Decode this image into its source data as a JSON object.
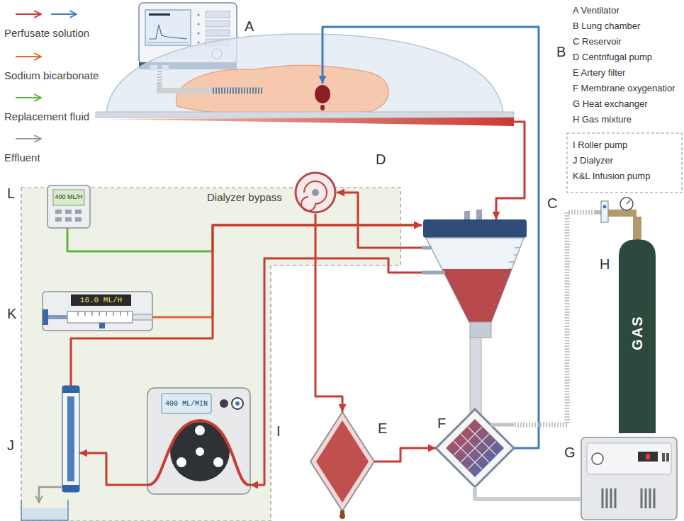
{
  "diagram": {
    "nodes": [
      {
        "text": [
          "A"
        ]
      },
      {
        "text": [
          "B"
        ]
      },
      {
        "text": [
          "C"
        ]
      },
      {
        "text": [
          "D"
        ]
      },
      {
        "text": [
          "E"
        ]
      },
      {
        "text": [
          "F"
        ]
      },
      {
        "text": [
          "G"
        ]
      },
      {
        "text": [
          "GAS",
          "H"
        ]
      },
      {
        "text": [
          "400 ML/MIN",
          "I"
        ]
      },
      {
        "text": [
          "J"
        ]
      },
      {
        "text": [
          "16.0 ML/H",
          "K"
        ]
      },
      {
        "text": [
          "400 ML/H",
          "L"
        ]
      }
    ],
    "edges": [
      {
        "from": 1,
        "to": 2,
        "arrow": "to"
      },
      {
        "from": 2,
        "to": 3,
        "arrow": "to"
      },
      {
        "from": 3,
        "to": 4,
        "arrow": "to"
      },
      {
        "from": 4,
        "to": 5,
        "arrow": "to"
      },
      {
        "from": 5,
        "to": 1,
        "arrow": "to"
      },
      {
        "from": 2,
        "to": 8,
        "arrow": "to"
      },
      {
        "from": 8,
        "to": 9,
        "arrow": "to"
      },
      {
        "from": 11,
        "to": 2,
        "arrow": "to"
      },
      {
        "from": 10,
        "to": 2,
        "arrow": "to"
      },
      {
        "from": 9,
        "to": 2,
        "arrow": "to"
      },
      {
        "from": 7,
        "to": 5,
        "arrow": "none"
      },
      {
        "from": 6,
        "to": 5,
        "arrow": "none"
      },
      {
        "from": 0,
        "to": 1,
        "arrow": "none"
      }
    ],
    "labels": [
      "Dialyzer bypass",
      "A Ventilator",
      "B Lung chamber",
      "C Reservoir",
      "D Centrifugal pump",
      "E Artery filter",
      "F Membrane oxygenatior",
      "G Heat exchanger",
      "H Gas mixture",
      "I Roller pump",
      "J Dialyzer",
      "K&L Infusion pump"
    ],
    "legend": [
      {
        "text": "Perfusate solution"
      },
      {
        "text": "Sodium bicarbonate"
      },
      {
        "text": "Replacement fluid"
      },
      {
        "text": "Effluent"
      }
    ]
  }
}
